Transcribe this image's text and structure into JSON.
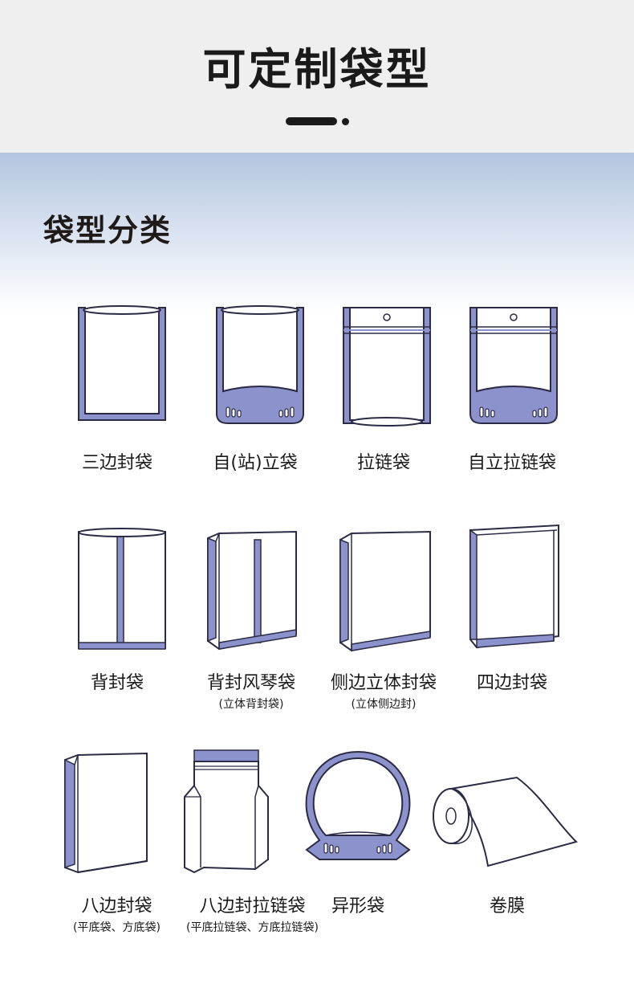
{
  "header": {
    "title": "可定制袋型",
    "section_title": "袋型分类"
  },
  "colors": {
    "accent": "#8c93cc",
    "outline": "#2b2b45",
    "header_bg": "#efefef",
    "gradient_top": "#b3c5df"
  },
  "bag_types": [
    {
      "label": "三边封袋",
      "sub": ""
    },
    {
      "label": "自(站)立袋",
      "sub": ""
    },
    {
      "label": "拉链袋",
      "sub": ""
    },
    {
      "label": "自立拉链袋",
      "sub": ""
    },
    {
      "label": "背封袋",
      "sub": ""
    },
    {
      "label": "背封风琴袋",
      "sub": "(立体背封袋)"
    },
    {
      "label": "侧边立体封袋",
      "sub": "(立体侧边封)"
    },
    {
      "label": "四边封袋",
      "sub": ""
    },
    {
      "label": "八边封袋",
      "sub": "(平底袋、方底袋)"
    },
    {
      "label": "八边封拉链袋",
      "sub": "(平底拉链袋、方底拉链袋)"
    },
    {
      "label": "异形袋",
      "sub": ""
    },
    {
      "label": "卷膜",
      "sub": ""
    }
  ]
}
